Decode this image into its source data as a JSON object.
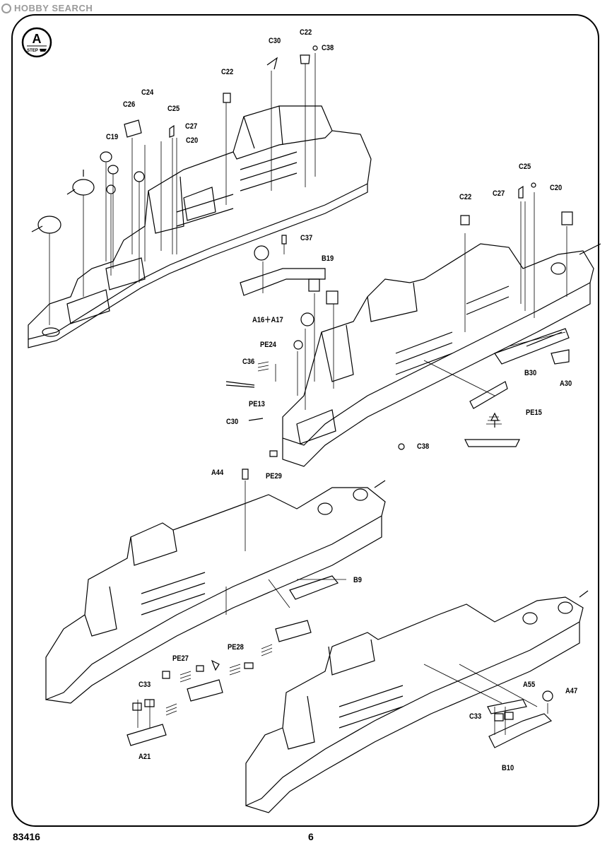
{
  "watermark": {
    "brand": "HOBBY SEARCH"
  },
  "page": {
    "model_number": "83416",
    "page_number": "6",
    "step_label": "STEP"
  },
  "labels": [
    {
      "id": "c30-top",
      "text": "C30"
    },
    {
      "id": "c22-top-right",
      "text": "C22"
    },
    {
      "id": "c38-top",
      "text": "C38"
    },
    {
      "id": "c22-top-left",
      "text": "C22"
    },
    {
      "id": "c24",
      "text": "C24"
    },
    {
      "id": "c26",
      "text": "C26"
    },
    {
      "id": "c25-top",
      "text": "C25"
    },
    {
      "id": "c27-top",
      "text": "C27"
    },
    {
      "id": "c20-top",
      "text": "C20"
    },
    {
      "id": "c19",
      "text": "C19"
    },
    {
      "id": "c37",
      "text": "C37"
    },
    {
      "id": "b19",
      "text": "B19"
    },
    {
      "id": "c25-right",
      "text": "C25"
    },
    {
      "id": "c27-right",
      "text": "C27"
    },
    {
      "id": "c20-right",
      "text": "C20"
    },
    {
      "id": "c22-mid",
      "text": "C22"
    },
    {
      "id": "a16-a17",
      "text": "A16＋A17"
    },
    {
      "id": "pe24",
      "text": "PE24"
    },
    {
      "id": "c36",
      "text": "C36"
    },
    {
      "id": "pe13",
      "text": "PE13"
    },
    {
      "id": "c30-mid",
      "text": "C30"
    },
    {
      "id": "b30",
      "text": "B30"
    },
    {
      "id": "a30",
      "text": "A30"
    },
    {
      "id": "pe15",
      "text": "PE15"
    },
    {
      "id": "c38-mid",
      "text": "C38"
    },
    {
      "id": "pe29",
      "text": "PE29"
    },
    {
      "id": "a44",
      "text": "A44"
    },
    {
      "id": "b9",
      "text": "B9"
    },
    {
      "id": "pe28",
      "text": "PE28"
    },
    {
      "id": "pe27",
      "text": "PE27"
    },
    {
      "id": "c33-left",
      "text": "C33"
    },
    {
      "id": "a21",
      "text": "A21"
    },
    {
      "id": "a55",
      "text": "A55"
    },
    {
      "id": "a47",
      "text": "A47"
    },
    {
      "id": "c33-right",
      "text": "C33"
    },
    {
      "id": "b10",
      "text": "B10"
    }
  ]
}
